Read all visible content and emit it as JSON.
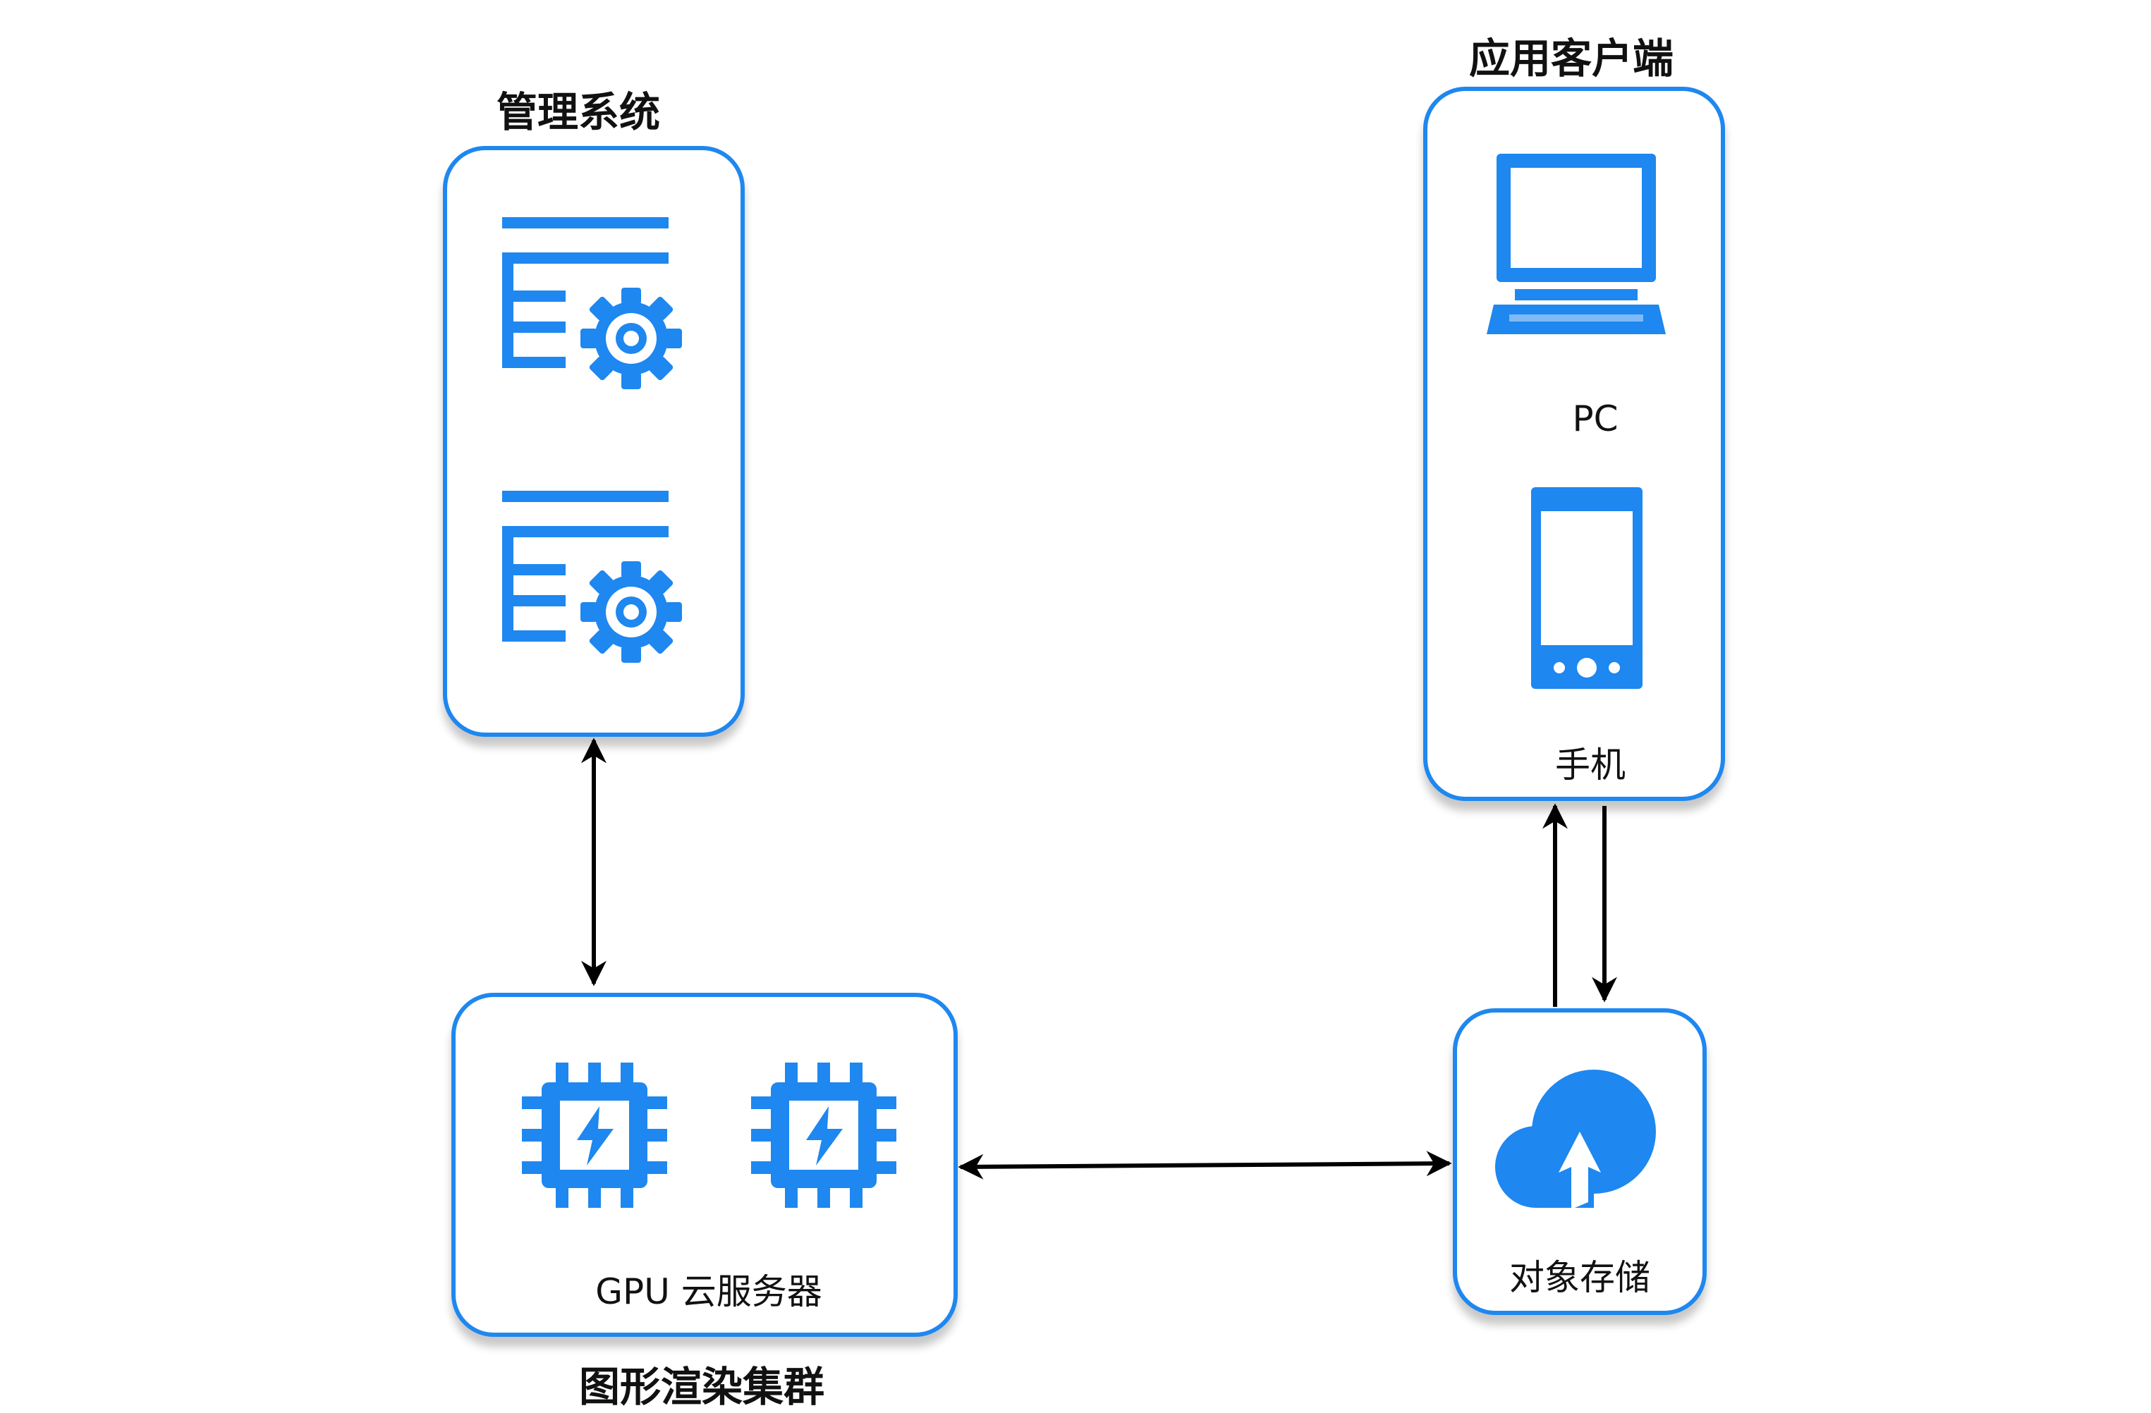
{
  "groups": {
    "management": {
      "title": "管理系统"
    },
    "client": {
      "title": "应用客户端",
      "pc_label": "PC",
      "phone_label": "手机"
    },
    "render": {
      "title": "图形渲染集群",
      "server_label": "GPU 云服务器"
    },
    "storage": {
      "label": "对象存储"
    }
  },
  "colors": {
    "accent": "#1e87f0",
    "arrow": "#000000"
  },
  "icons": [
    "server-config-icon",
    "desktop-pc-icon",
    "mobile-phone-icon",
    "gpu-chip-icon",
    "cloud-upload-icon"
  ]
}
